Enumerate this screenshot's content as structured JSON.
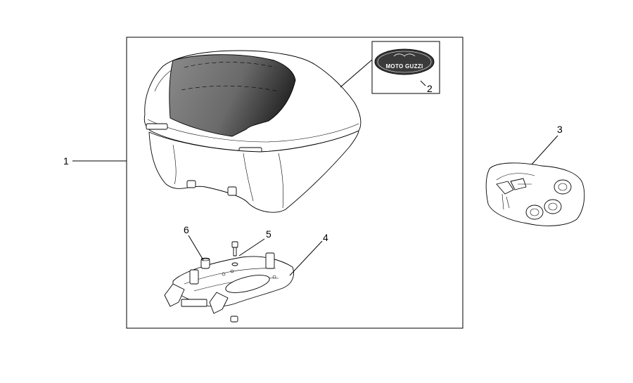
{
  "diagram": {
    "callouts": [
      {
        "id": "1",
        "label": "1"
      },
      {
        "id": "2",
        "label": "2"
      },
      {
        "id": "3",
        "label": "3"
      },
      {
        "id": "4",
        "label": "4"
      },
      {
        "id": "5",
        "label": "5"
      },
      {
        "id": "6",
        "label": "6"
      }
    ],
    "logo_text": "MOTO GUZZI",
    "colors": {
      "line": "#000000",
      "background": "#ffffff",
      "lid_panel": "#5a5a5a"
    }
  }
}
